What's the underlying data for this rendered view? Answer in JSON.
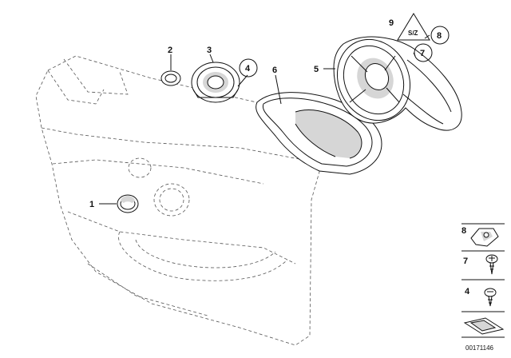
{
  "callouts": {
    "p1": "1",
    "p2": "2",
    "p3": "3",
    "p4": "4",
    "p5": "5",
    "p6": "6",
    "p7": "7",
    "p8": "8",
    "p9": "9"
  },
  "legend": {
    "item8": "8",
    "item7": "7",
    "item4": "4"
  },
  "document_id": "00171146",
  "colors": {
    "line": "#111111",
    "shade": "#d6d6d6"
  }
}
